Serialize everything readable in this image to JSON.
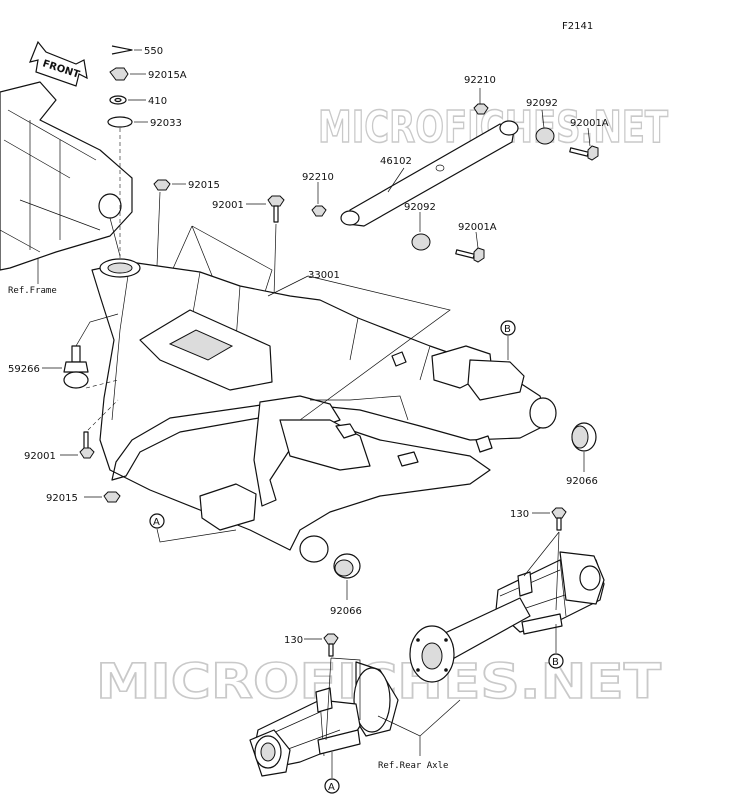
{
  "diagram_code": "F2141",
  "front_label": "FRONT",
  "watermark": "MICROFICHES.NET",
  "refs": {
    "frame": "Ref.Frame",
    "rear_axle": "Ref.Rear Axle"
  },
  "callouts": {
    "a": "A",
    "b": "B"
  },
  "parts": {
    "p550": "550",
    "p92015a": "92015A",
    "p410": "410",
    "p92033": "92033",
    "p92015_top": "92015",
    "p92001_top": "92001",
    "p33001": "33001",
    "p59266": "59266",
    "p92001_left": "92001",
    "p92015_left": "92015",
    "p92210_a": "92210",
    "p92092_a": "92092",
    "p92001a_a": "92001A",
    "p46102": "46102",
    "p92210_b": "92210",
    "p92092_b": "92092",
    "p92001a_b": "92001A",
    "p92066_right": "92066",
    "p92066_bottom": "92066",
    "p130_right": "130",
    "p130_bottom": "130"
  }
}
